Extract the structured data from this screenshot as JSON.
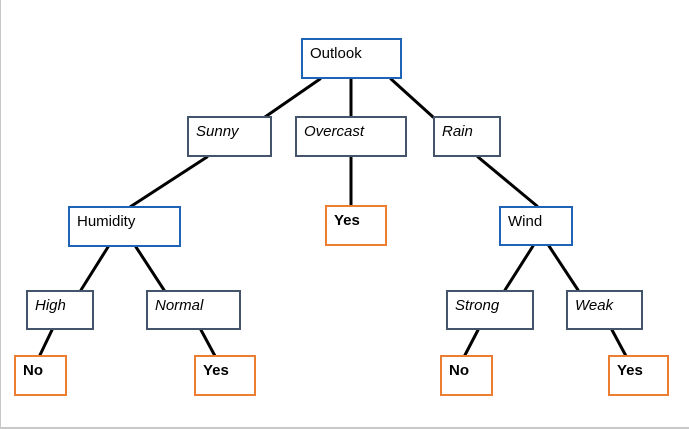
{
  "tree": {
    "root": {
      "label": "Outlook"
    },
    "branch_sunny": {
      "label": "Sunny"
    },
    "branch_overcast": {
      "label": "Overcast"
    },
    "branch_rain": {
      "label": "Rain"
    },
    "node_humidity": {
      "label": "Humidity"
    },
    "leaf_overcast": {
      "label": "Yes"
    },
    "node_wind": {
      "label": "Wind"
    },
    "branch_high": {
      "label": "High"
    },
    "branch_normal": {
      "label": "Normal"
    },
    "branch_strong": {
      "label": "Strong"
    },
    "branch_weak": {
      "label": "Weak"
    },
    "leaf_high": {
      "label": "No"
    },
    "leaf_normal": {
      "label": "Yes"
    },
    "leaf_strong": {
      "label": "No"
    },
    "leaf_weak": {
      "label": "Yes"
    }
  },
  "colors": {
    "attribute_border": "#1f63b5",
    "value_border": "#44546a",
    "leaf_border": "#ed7d31",
    "edge": "#000000"
  }
}
